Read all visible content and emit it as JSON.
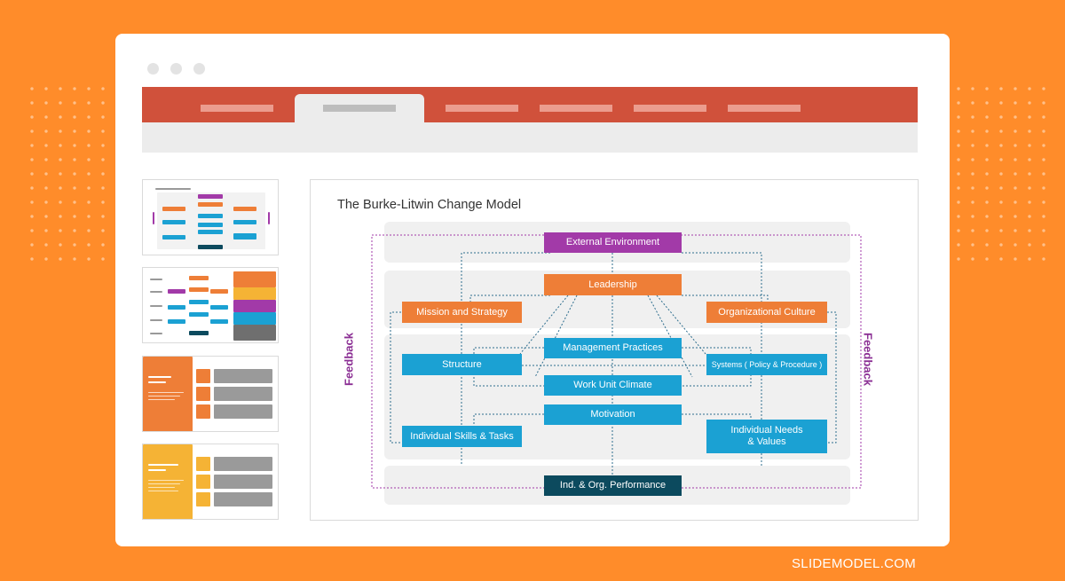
{
  "colors": {
    "background": "#FF8C2A",
    "ribbon": "#D0513B",
    "purple": "#A23AA8",
    "orange": "#EE7E37",
    "blue": "#1BA1D3",
    "navy": "#0C4A5E"
  },
  "slide": {
    "title": "The Burke-Litwin Change Model",
    "feedback_label": "Feedback",
    "nodes": {
      "external_environment": "External Environment",
      "leadership": "Leadership",
      "mission_and_strategy": "Mission and Strategy",
      "organizational_culture": "Organizational Culture",
      "management_practices": "Management Practices",
      "structure": "Structure",
      "systems": "Systems ( Policy & Procedure )",
      "work_unit_climate": "Work Unit Climate",
      "motivation": "Motivation",
      "individual_skills": "Individual Skills & Tasks",
      "individual_needs": "Individual Needs\n& Values",
      "performance": "Ind. & Org. Performance"
    }
  },
  "footer": {
    "brand": "SLIDEMODEL.COM"
  }
}
